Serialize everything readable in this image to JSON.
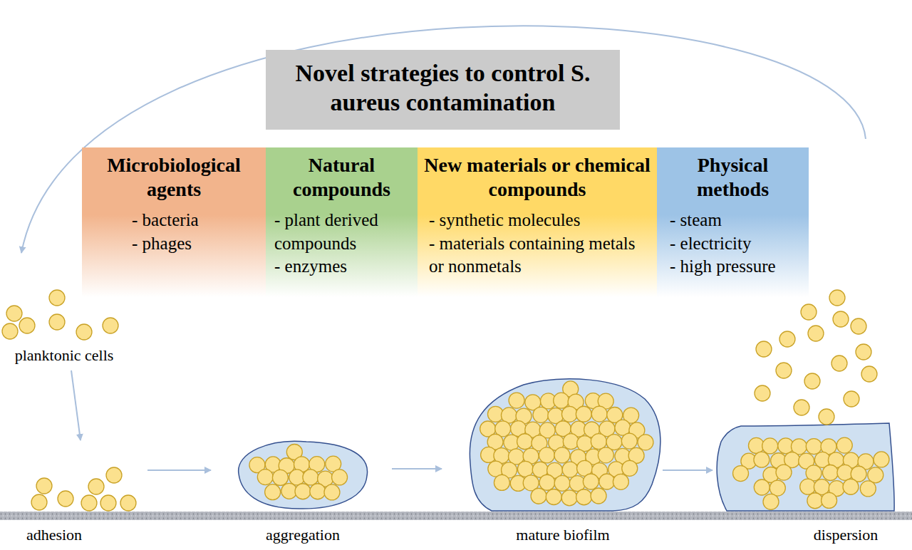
{
  "diagram": {
    "title": "Novel strategies to control S. aureus contamination",
    "nodes": [
      {
        "text": [
          "Microbiological agents",
          "- bacteria",
          "- phages"
        ]
      },
      {
        "text": [
          "Natural compounds",
          "- plant derived compounds",
          "- enzymes"
        ]
      },
      {
        "text": [
          "New materials or chemical compounds",
          "- synthetic molecules",
          "- materials containing metals or nonmetals"
        ]
      },
      {
        "text": [
          "Physical methods",
          "- steam",
          "- electricity",
          "- high pressure"
        ]
      }
    ],
    "labels": [
      "planktonic cells",
      "adhesion",
      "aggregation",
      "mature biofilm",
      "dispersion"
    ]
  }
}
